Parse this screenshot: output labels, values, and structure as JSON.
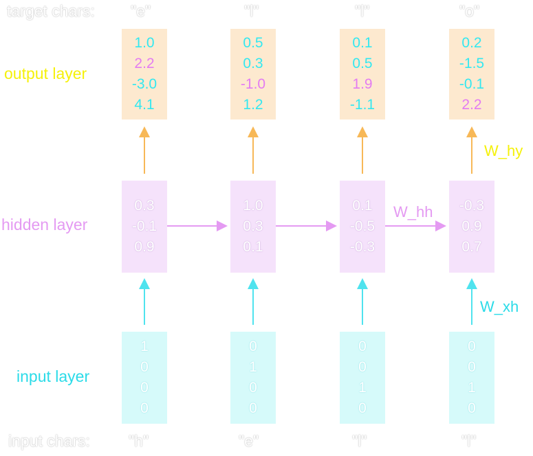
{
  "rows": {
    "target_chars_label": "target chars:",
    "output_layer_label": "output layer",
    "hidden_layer_label": "hidden layer",
    "input_layer_label": "input layer",
    "input_chars_label": "input chars:"
  },
  "weights": {
    "w_hy": "W_hy",
    "w_hh": "W_hh",
    "w_xh": "W_xh"
  },
  "colors": {
    "output": "#f5f10a",
    "output_box": "#fde9cf",
    "output_arrow": "#f7b857",
    "hidden": "#e49af2",
    "hidden_box": "#f5e2fb",
    "input": "#2bdbe8",
    "input_box": "#d6fafa",
    "highlight": "#e37cf2",
    "value_cyan": "#33e8f0"
  },
  "columns": [
    {
      "target": "\"e\"",
      "input": "\"h\"",
      "output": [
        "1.0",
        "2.2",
        "-3.0",
        "4.1"
      ],
      "highlight_index": 1,
      "hidden": [
        "0.3",
        "-0.1",
        "0.9"
      ],
      "onehot": [
        "1",
        "0",
        "0",
        "0"
      ]
    },
    {
      "target": "\"l\"",
      "input": "\"e\"",
      "output": [
        "0.5",
        "0.3",
        "-1.0",
        "1.2"
      ],
      "highlight_index": 2,
      "hidden": [
        "1.0",
        "0.3",
        "0.1"
      ],
      "onehot": [
        "0",
        "1",
        "0",
        "0"
      ]
    },
    {
      "target": "\"l\"",
      "input": "\"l\"",
      "output": [
        "0.1",
        "0.5",
        "1.9",
        "-1.1"
      ],
      "highlight_index": 2,
      "hidden": [
        "0.1",
        "-0.5",
        "-0.3"
      ],
      "onehot": [
        "0",
        "0",
        "1",
        "0"
      ]
    },
    {
      "target": "\"o\"",
      "input": "\"l\"",
      "output": [
        "0.2",
        "-1.5",
        "-0.1",
        "2.2"
      ],
      "highlight_index": 3,
      "hidden": [
        "-0.3",
        "0.9",
        "0.7"
      ],
      "onehot": [
        "0",
        "0",
        "1",
        "0"
      ]
    }
  ]
}
